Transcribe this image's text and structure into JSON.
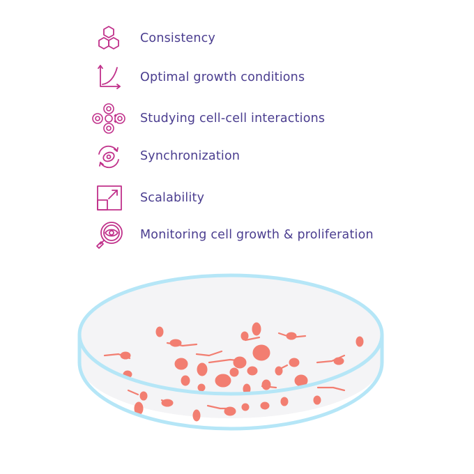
{
  "colors": {
    "icon": "#c0308a",
    "label": "#4a3d8f",
    "dish_rim": "#b5e6f7",
    "dish_fill": "#f4f4f6",
    "cells": "#f26a5a"
  },
  "features": [
    {
      "label": "Consistency",
      "icon": "hexagon-cluster-icon"
    },
    {
      "label": "Optimal growth conditions",
      "icon": "growth-curve-icon"
    },
    {
      "label": "Studying cell-cell interactions",
      "icon": "cell-cluster-icon"
    },
    {
      "label": "Synchronization",
      "icon": "cell-cycle-icon"
    },
    {
      "label": "Scalability",
      "icon": "scale-up-icon"
    },
    {
      "label": "Monitoring cell growth & proliferation",
      "icon": "magnifier-eye-icon"
    }
  ]
}
